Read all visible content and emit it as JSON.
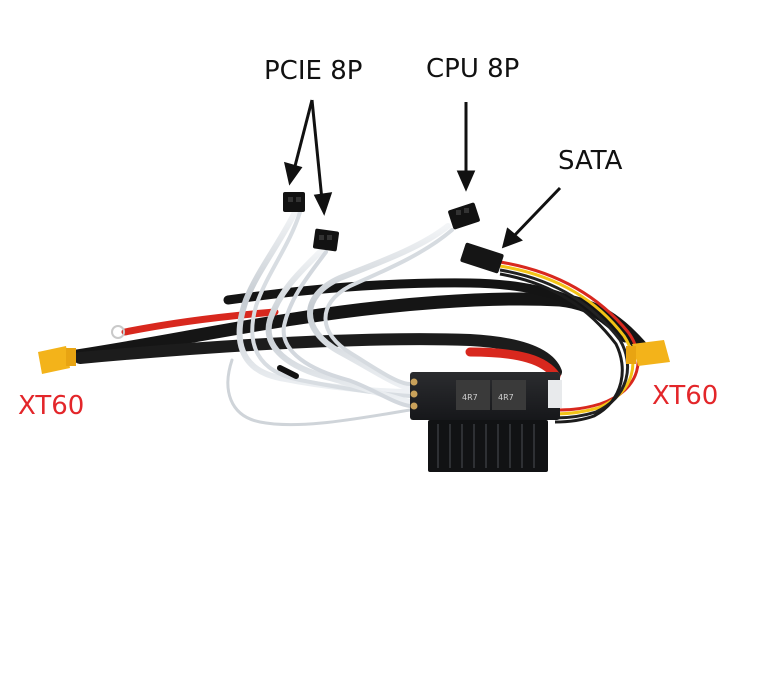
{
  "labels": {
    "pcie": "PCIE 8P",
    "cpu": "CPU 8P",
    "sata": "SATA",
    "xt60_left": "XT60",
    "xt60_right": "XT60",
    "inductor_1": "4R7",
    "inductor_2": "4R7"
  },
  "colors": {
    "callout_text": "#111111",
    "xt60_text": "#e3262a",
    "arrow": "#111111",
    "cable_black": "#161616",
    "wire_red": "#d8281e",
    "wire_yellow": "#f2c316",
    "connector_yellow": "#f3b31a",
    "harness_silver": "#c9ced3",
    "board": "#202124"
  },
  "image": {
    "subject": "cable-harness-photo"
  }
}
